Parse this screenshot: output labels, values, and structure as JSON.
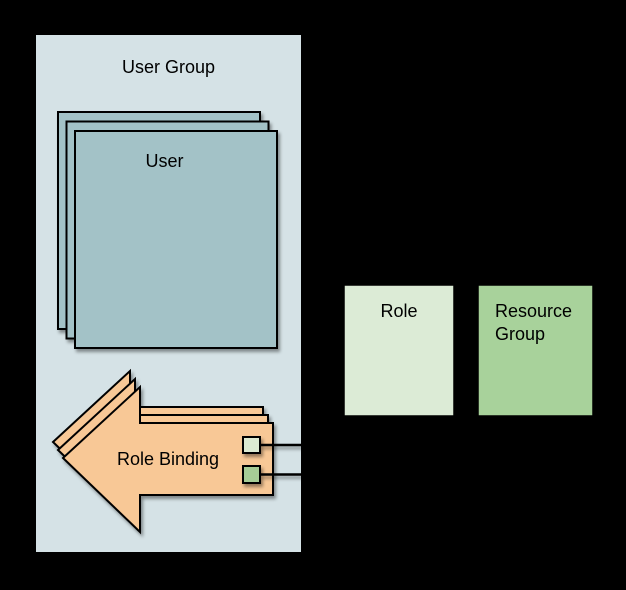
{
  "diagram": {
    "background_color": "#000000",
    "stroke_color": "#000000",
    "user_group": {
      "label": "User Group",
      "fill": "#d5e2e6"
    },
    "user_stack": {
      "label": "User",
      "fill": "#a3c2c7",
      "count": 3
    },
    "role_binding": {
      "label": "Role Binding",
      "fill": "#f8c896",
      "count": 3
    },
    "role_box": {
      "label": "Role",
      "fill": "#dcebd6"
    },
    "resource_group_box": {
      "label": "Resource Group",
      "fill": "#a8d29b"
    },
    "connectors": {
      "role_link_square_fill": "#dcead2",
      "resource_link_square_fill": "#a6cc96"
    }
  }
}
